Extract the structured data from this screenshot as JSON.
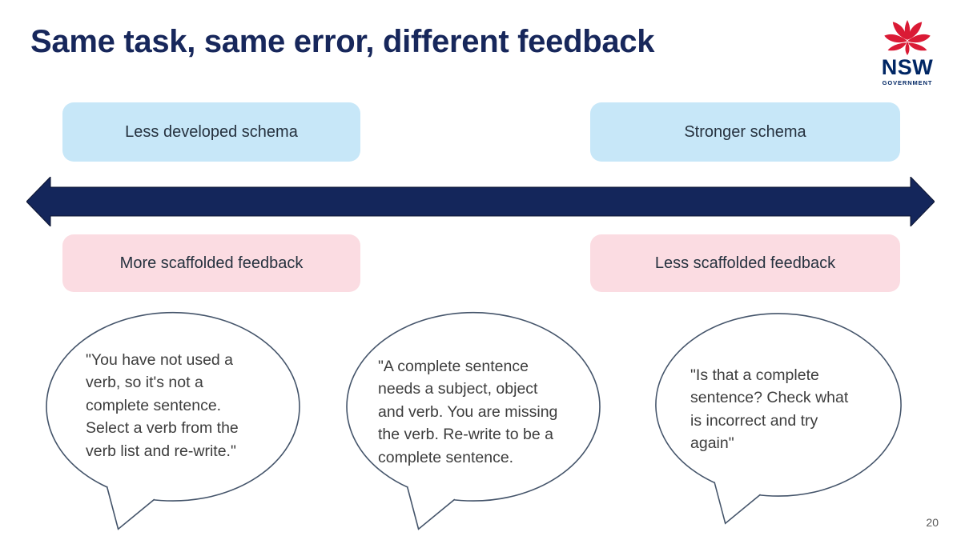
{
  "slide": {
    "title": "Same task, same error, different feedback",
    "page_number": "20"
  },
  "logo": {
    "org": "NSW",
    "suffix": "GOVERNMENT",
    "icon": "waratah-flower-icon",
    "red": "#DA1A35",
    "navy": "#002664"
  },
  "spectrum": {
    "top_left_label": "Less developed schema",
    "top_right_label": "Stronger schema",
    "bottom_left_label": "More scaffolded feedback",
    "bottom_right_label": "Less scaffolded feedback",
    "arrow_color": "#14265B",
    "blue_box_color": "#C7E7F8",
    "pink_box_color": "#FBDCE2",
    "bubble_outline_color": "#44546A"
  },
  "speech_bubbles": [
    {
      "text": "\"You have not used a verb, so it's not a complete sentence. Select a verb from the verb list and re-write.\"",
      "lines": [
        "\"You have not used a",
        "verb, so it's not a",
        "complete sentence.",
        "Select a verb from the",
        "verb list and re-write.\""
      ]
    },
    {
      "text": "\"A complete sentence needs a subject, object and verb. You are missing the verb. Re-write to be a complete sentence.",
      "lines": [
        "\"A complete sentence",
        "needs a subject, object",
        "and verb. You are missing",
        "the verb. Re-write to be a",
        "complete sentence."
      ]
    },
    {
      "text": "\"Is that a complete sentence? Check what is incorrect and try again\"",
      "lines": [
        "\"Is that a complete",
        "sentence? Check what",
        "is incorrect and try",
        "again\""
      ]
    }
  ]
}
